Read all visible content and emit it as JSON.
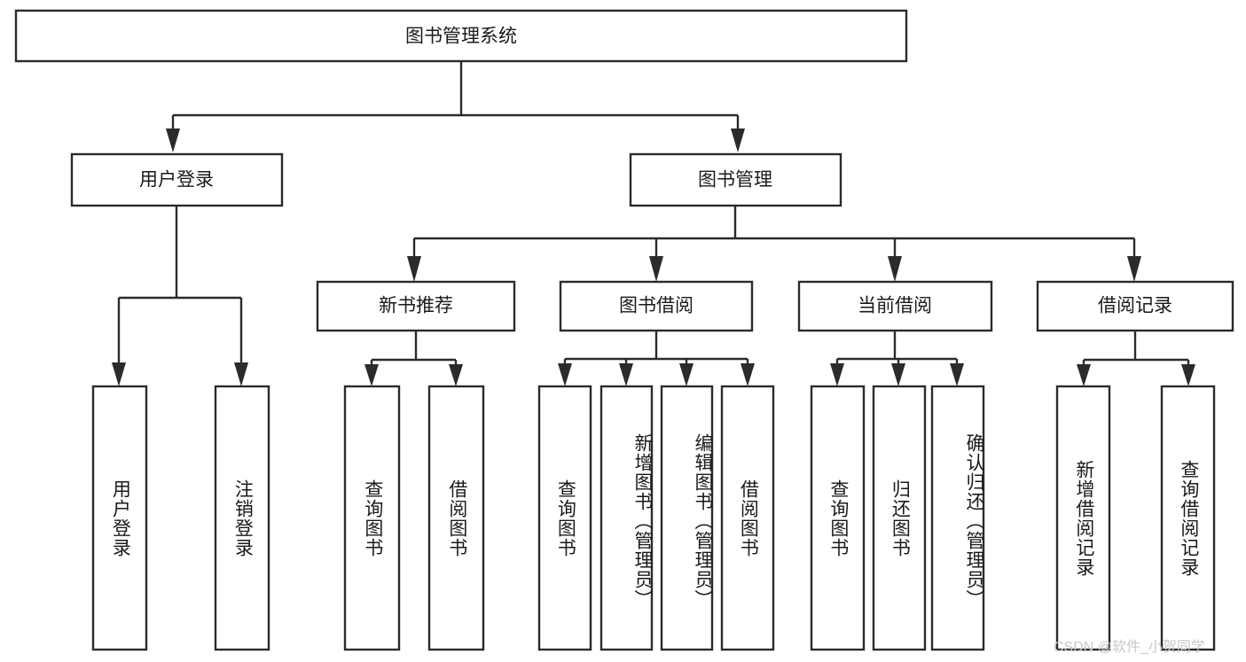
{
  "diagram": {
    "type": "tree-hierarchy",
    "title": "图书管理系统",
    "root": {
      "id": "root",
      "label": "图书管理系统",
      "orientation": "horizontal"
    },
    "level2": [
      {
        "id": "user-login",
        "label": "用户登录",
        "orientation": "horizontal"
      },
      {
        "id": "book-management",
        "label": "图书管理",
        "orientation": "horizontal"
      }
    ],
    "level3": [
      {
        "id": "new-book-recommend",
        "label": "新书推荐",
        "orientation": "horizontal",
        "parent": "book-management"
      },
      {
        "id": "book-borrow",
        "label": "图书借阅",
        "orientation": "horizontal",
        "parent": "book-management"
      },
      {
        "id": "current-borrow",
        "label": "当前借阅",
        "orientation": "horizontal",
        "parent": "book-management"
      },
      {
        "id": "borrow-record",
        "label": "借阅记录",
        "orientation": "horizontal",
        "parent": "book-management"
      }
    ],
    "leaves": [
      {
        "id": "leaf-user-login",
        "label": "用户登录",
        "orientation": "vertical",
        "parent": "user-login"
      },
      {
        "id": "leaf-user-logout",
        "label": "注销登录",
        "orientation": "vertical",
        "parent": "user-login"
      },
      {
        "id": "leaf-recommend-query",
        "label": "查询图书",
        "orientation": "vertical",
        "parent": "new-book-recommend"
      },
      {
        "id": "leaf-recommend-borrow",
        "label": "借阅图书",
        "orientation": "vertical",
        "parent": "new-book-recommend"
      },
      {
        "id": "leaf-borrow-query",
        "label": "查询图书",
        "orientation": "vertical",
        "parent": "book-borrow"
      },
      {
        "id": "leaf-borrow-add",
        "label": "新增图书（管理员）",
        "orientation": "vertical",
        "parent": "book-borrow"
      },
      {
        "id": "leaf-borrow-edit",
        "label": "编辑图书（管理员）",
        "orientation": "vertical",
        "parent": "book-borrow"
      },
      {
        "id": "leaf-borrow-borrow",
        "label": "借阅图书",
        "orientation": "vertical",
        "parent": "book-borrow"
      },
      {
        "id": "leaf-current-query",
        "label": "查询图书",
        "orientation": "vertical",
        "parent": "current-borrow"
      },
      {
        "id": "leaf-current-return",
        "label": "归还图书",
        "orientation": "vertical",
        "parent": "current-borrow"
      },
      {
        "id": "leaf-current-confirm",
        "label": "确认归还（管理员）",
        "orientation": "vertical",
        "parent": "current-borrow"
      },
      {
        "id": "leaf-record-add",
        "label": "新增借阅记录",
        "orientation": "vertical",
        "parent": "borrow-record"
      },
      {
        "id": "leaf-record-query",
        "label": "查询借阅记录",
        "orientation": "vertical",
        "parent": "borrow-record"
      }
    ],
    "colors": {
      "stroke": "#2b2b2b",
      "fill": "#ffffff",
      "text": "#1a1a1a",
      "background": "#ffffff",
      "watermark": "#c9c9c9"
    }
  },
  "watermark": {
    "text": "CSDN @软件_小贺同学"
  }
}
